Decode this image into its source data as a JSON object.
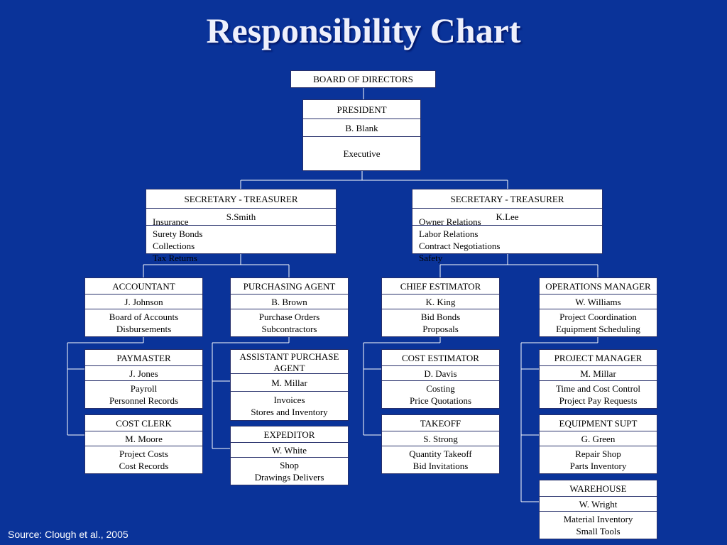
{
  "title": "Responsibility Chart",
  "source": "Source: Clough et al., 2005",
  "board": {
    "title": "BOARD OF DIRECTORS"
  },
  "president": {
    "title": "PRESIDENT",
    "name": "B. Blank",
    "duties": [
      "Executive"
    ]
  },
  "sec_treasurer_left": {
    "title": "SECRETARY - TREASURER",
    "name": "S.Smith",
    "duties": [
      "Insurance",
      "Surety Bonds",
      "Collections",
      "Tax Returns"
    ]
  },
  "sec_treasurer_right": {
    "title": "SECRETARY - TREASURER",
    "name": "K.Lee",
    "duties": [
      "Owner Relations",
      "Labor Relations",
      "Contract Negotiations",
      "Safety"
    ]
  },
  "accountant": {
    "title": "ACCOUNTANT",
    "name": "J. Johnson",
    "duties": [
      "Board of Accounts",
      "Disbursements"
    ]
  },
  "purchasing_agent": {
    "title": "PURCHASING AGENT",
    "name": "B. Brown",
    "duties": [
      "Purchase Orders",
      "Subcontractors"
    ]
  },
  "chief_estimator": {
    "title": "CHIEF ESTIMATOR",
    "name": "K. King",
    "duties": [
      "Bid Bonds",
      "Proposals"
    ]
  },
  "operations_manager": {
    "title": "OPERATIONS MANAGER",
    "name": "W. Williams",
    "duties": [
      "Project Coordination",
      "Equipment Scheduling"
    ]
  },
  "paymaster": {
    "title": "PAYMASTER",
    "name": "J. Jones",
    "duties": [
      "Payroll",
      "Personnel Records"
    ]
  },
  "cost_clerk": {
    "title": "COST CLERK",
    "name": "M. Moore",
    "duties": [
      "Project Costs",
      "Cost Records"
    ]
  },
  "assistant_purchase_agent": {
    "title": "ASSISTANT PURCHASE AGENT",
    "name": "M. Millar",
    "duties": [
      "Invoices",
      "Stores and Inventory"
    ]
  },
  "expeditor": {
    "title": "EXPEDITOR",
    "name": "W. White",
    "duties": [
      "Shop",
      "Drawings Delivers"
    ]
  },
  "cost_estimator": {
    "title": "COST ESTIMATOR",
    "name": "D. Davis",
    "duties": [
      "Costing",
      "Price Quotations"
    ]
  },
  "takeoff": {
    "title": "TAKEOFF",
    "name": "S. Strong",
    "duties": [
      "Quantity Takeoff",
      "Bid Invitations"
    ]
  },
  "project_manager": {
    "title": "PROJECT MANAGER",
    "name": "M. Millar",
    "duties": [
      "Time and Cost Control",
      "Project Pay Requests"
    ]
  },
  "equipment_supt": {
    "title": "EQUIPMENT SUPT",
    "name": "G. Green",
    "duties": [
      "Repair Shop",
      "Parts Inventory"
    ]
  },
  "warehouse": {
    "title": "WAREHOUSE",
    "name": "W. Wright",
    "duties": [
      "Material Inventory",
      "Small Tools"
    ]
  },
  "colors": {
    "background": "#0a3399",
    "line": "#ffffff",
    "box": "#ffffff",
    "title": "#eef0fc"
  }
}
